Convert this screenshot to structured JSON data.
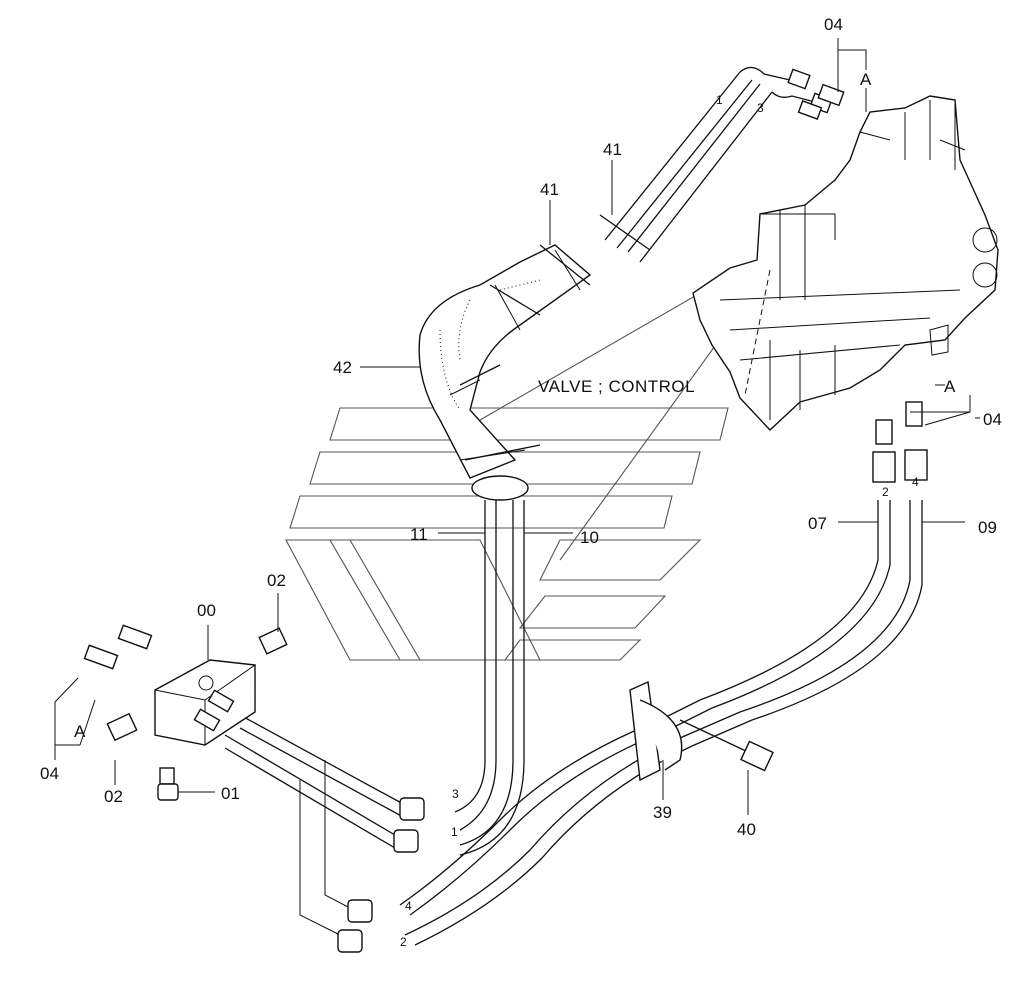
{
  "title": "VALVE ; CONTROL",
  "callouts": {
    "c00": "00",
    "c01": "01",
    "c02a": "02",
    "c02b": "02",
    "c04a": "04",
    "c04b": "04",
    "c04c": "04",
    "c07": "07",
    "c09": "09",
    "c10": "10",
    "c11": "11",
    "c39": "39",
    "c40": "40",
    "c41a": "41",
    "c41b": "41",
    "c42": "42",
    "a1": "A",
    "a2": "A",
    "a3": "A"
  },
  "port_marks": {
    "p1_top": "1",
    "p3_top": "3",
    "p2_right": "2",
    "p4_right": "4",
    "p3_bottom": "3",
    "p1_bottom": "1",
    "p4_bottom": "4",
    "p2_bottom": "2"
  }
}
